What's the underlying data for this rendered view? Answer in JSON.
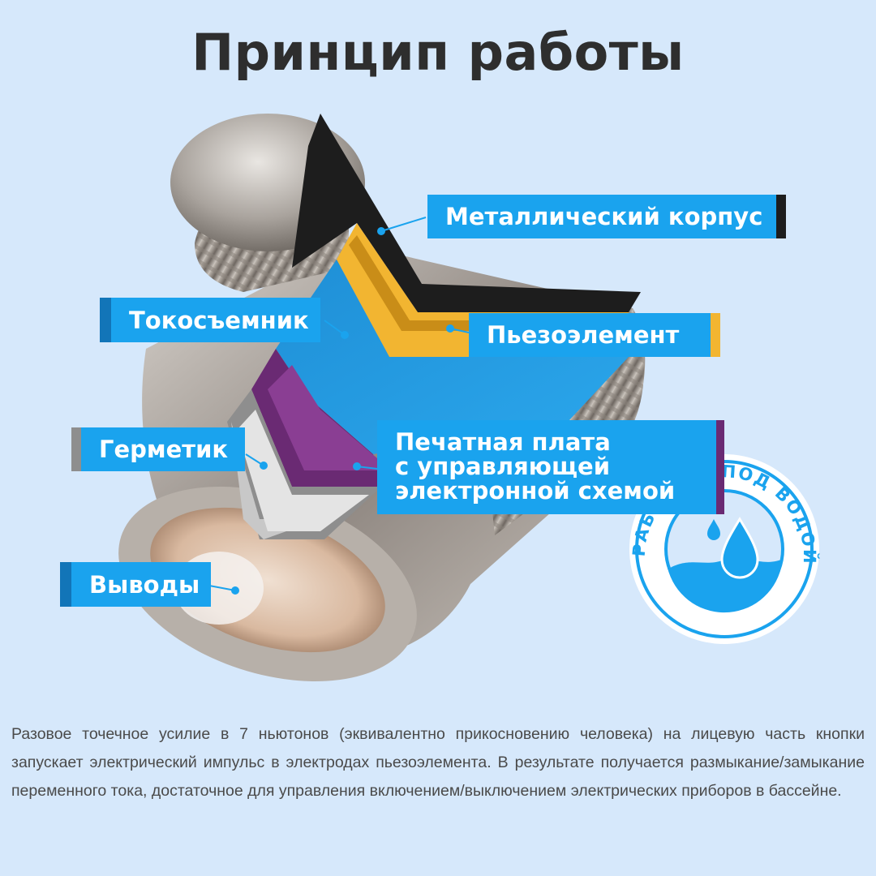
{
  "title": "Принцип работы",
  "labels": {
    "metal_case": "Металлический корпус",
    "current_collector": "Токосъемник",
    "piezo": "Пьезоэлемент",
    "sealant": "Герметик",
    "pcb_line1": "Печатная плата",
    "pcb_line2": "с управляющей",
    "pcb_line3": "электронной схемой",
    "leads": "Выводы"
  },
  "badge": {
    "text_top": "РАБОТАЕТ ПОД ВОДОЙ",
    "text_left": "РАБОТАЕТ ПОД",
    "icon": "water-drop-icon"
  },
  "description": "Разовое точечное усилие в 7 ньютонов (эквивалентно прикосновению человека) на лицевую часть кнопки запускает электрический импульс в электродах пьезоэлемента. В результате получается размыкание/замыкание переменного тока, достаточное для управления включением/выключением электрических приборов в бассейне.",
  "colors": {
    "background": "#d6e8fb",
    "label_blue": "#1aa3ee",
    "label_dark_tab": "#1275b8",
    "piezo_yellow": "#f2b531",
    "pcb_purple": "#6a2a73",
    "case_black": "#1d1d1d",
    "sealant_gray": "#8e8e8e"
  }
}
